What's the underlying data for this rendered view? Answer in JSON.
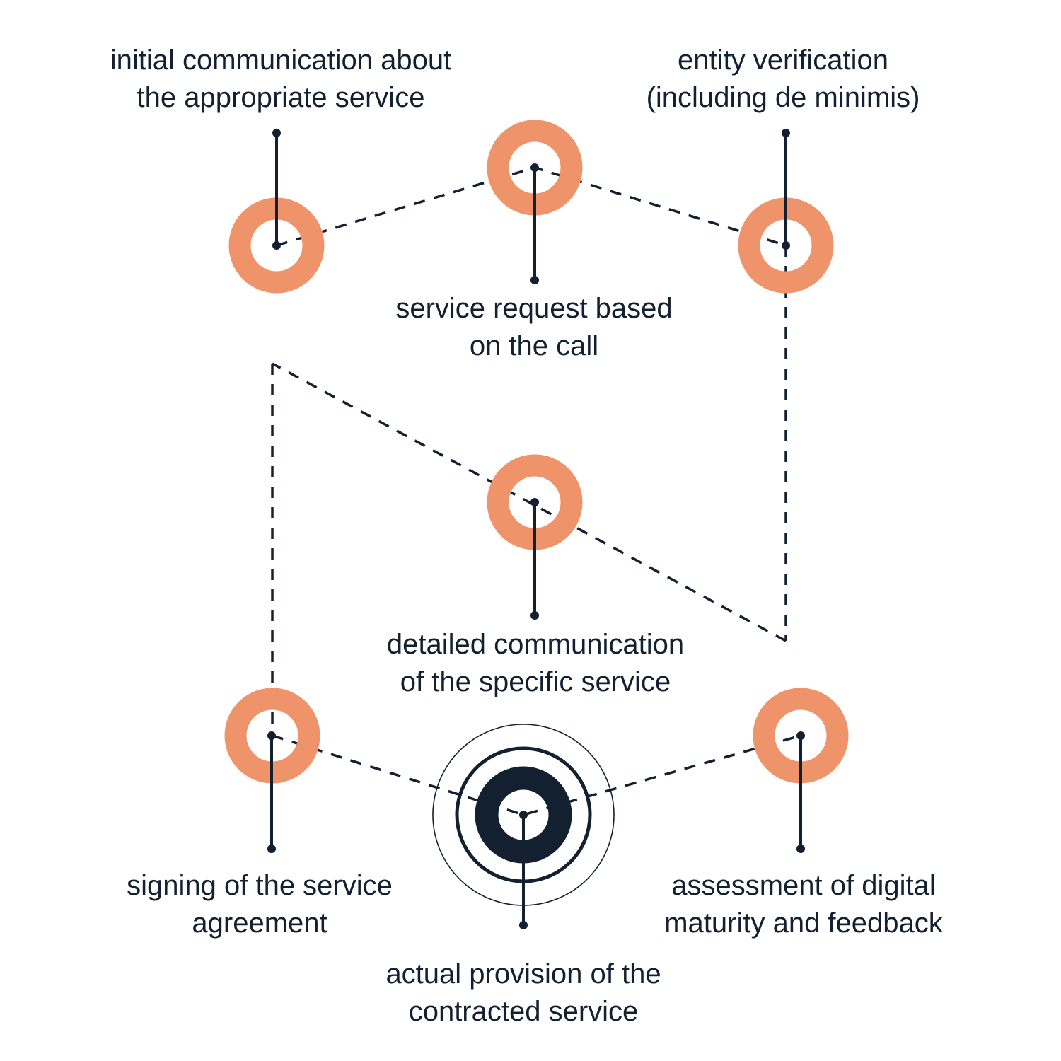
{
  "colors": {
    "accent": "#ef936b",
    "ink": "#13202f",
    "background": "#ffffff"
  },
  "steps": [
    {
      "id": "initial-communication",
      "lines": [
        "initial communication about",
        "the appropriate service"
      ]
    },
    {
      "id": "service-request",
      "lines": [
        "service request based",
        "on the call"
      ]
    },
    {
      "id": "entity-verification",
      "lines": [
        "entity verification",
        "(including de minimis)"
      ]
    },
    {
      "id": "detailed-communication",
      "lines": [
        "detailed communication",
        "of the specific service"
      ]
    },
    {
      "id": "signing-agreement",
      "lines": [
        "signing of the service",
        "agreement"
      ]
    },
    {
      "id": "actual-provision",
      "lines": [
        "actual provision of the",
        "contracted service"
      ]
    },
    {
      "id": "assessment-feedback",
      "lines": [
        "assessment of digital",
        "maturity and feedback"
      ]
    }
  ]
}
